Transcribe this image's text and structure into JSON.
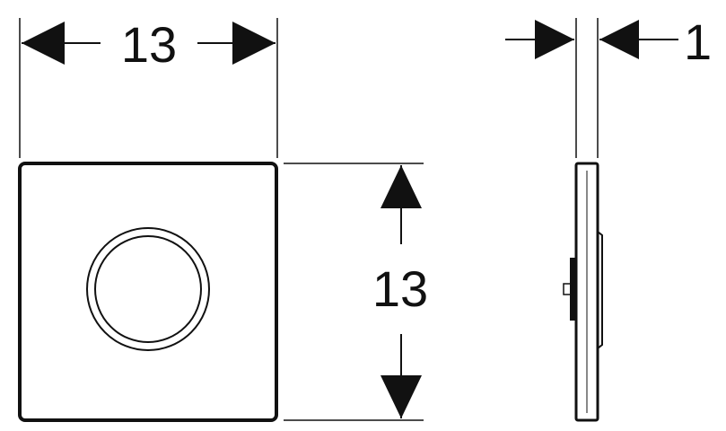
{
  "drawing": {
    "front_width_label": "13",
    "front_height_label": "13",
    "side_depth_label": "1"
  },
  "colors": {
    "line": "#111111",
    "background": "#ffffff"
  }
}
